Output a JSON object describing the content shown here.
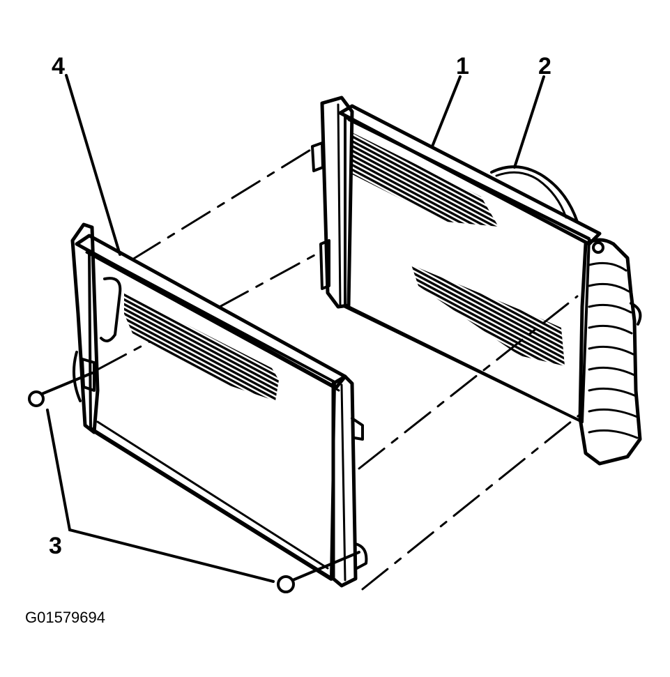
{
  "diagram": {
    "callouts": [
      {
        "id": "1",
        "text": "1"
      },
      {
        "id": "2",
        "text": "2"
      },
      {
        "id": "3",
        "text": "3"
      },
      {
        "id": "4",
        "text": "4"
      }
    ],
    "figure_id": "G01579694",
    "colors": {
      "ink": "#000000",
      "background": "#ffffff"
    }
  }
}
